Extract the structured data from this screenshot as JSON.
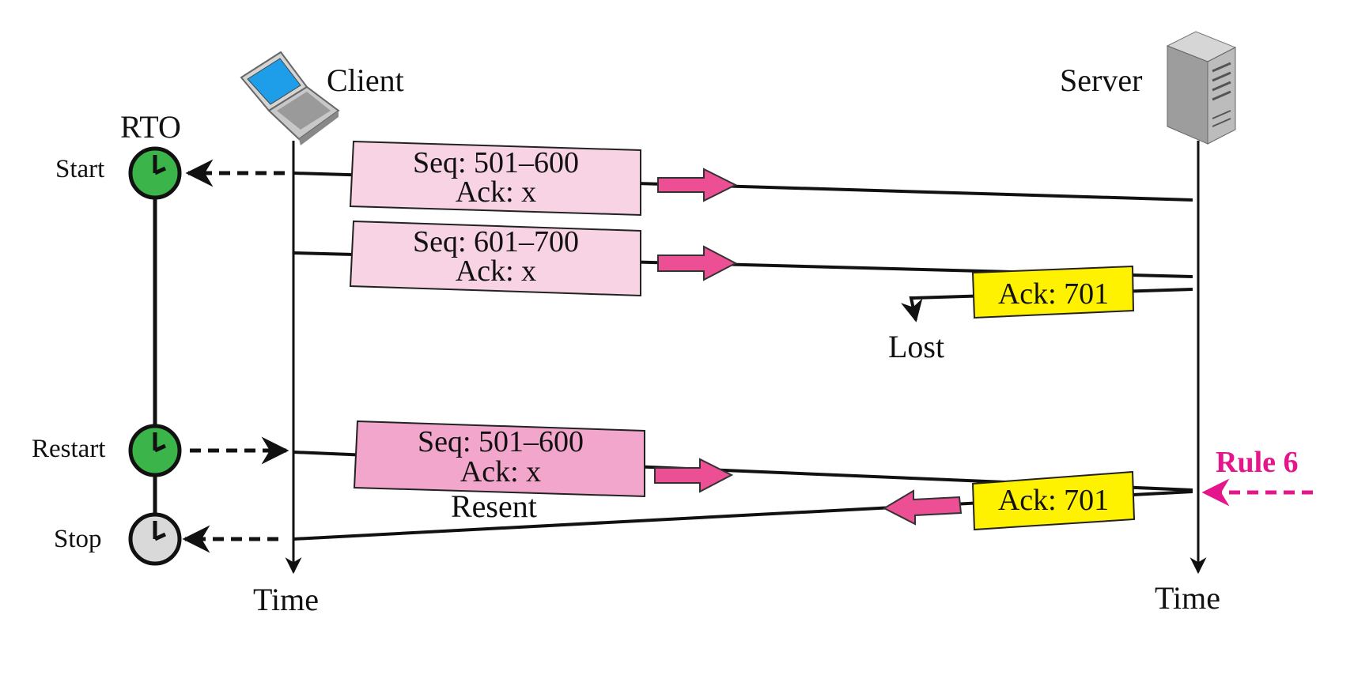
{
  "client": {
    "label": "Client"
  },
  "server": {
    "label": "Server"
  },
  "rto": {
    "label": "RTO",
    "start_label": "Start",
    "restart_label": "Restart",
    "stop_label": "Stop"
  },
  "segments": [
    {
      "seq": "Seq: 501–600",
      "ack": "Ack: x"
    },
    {
      "seq": "Seq: 601–700",
      "ack": "Ack: x"
    },
    {
      "seq": "Seq: 501–600",
      "ack": "Ack: x",
      "note": "Resent"
    }
  ],
  "acks": [
    {
      "label": "Ack: 701",
      "note": "Lost"
    },
    {
      "label": "Ack: 701"
    }
  ],
  "rule": {
    "label": "Rule 6"
  },
  "time": {
    "client_label": "Time",
    "server_label": "Time"
  },
  "colors": {
    "segment_fill": "#f8d3e4",
    "resent_fill": "#f3a6cb",
    "ack_fill": "#fff200",
    "arrow_pink": "#ec4f93",
    "rule_magenta": "#e5168c",
    "clock_green": "#3bb54a",
    "clock_gray": "#d9d9d9"
  }
}
